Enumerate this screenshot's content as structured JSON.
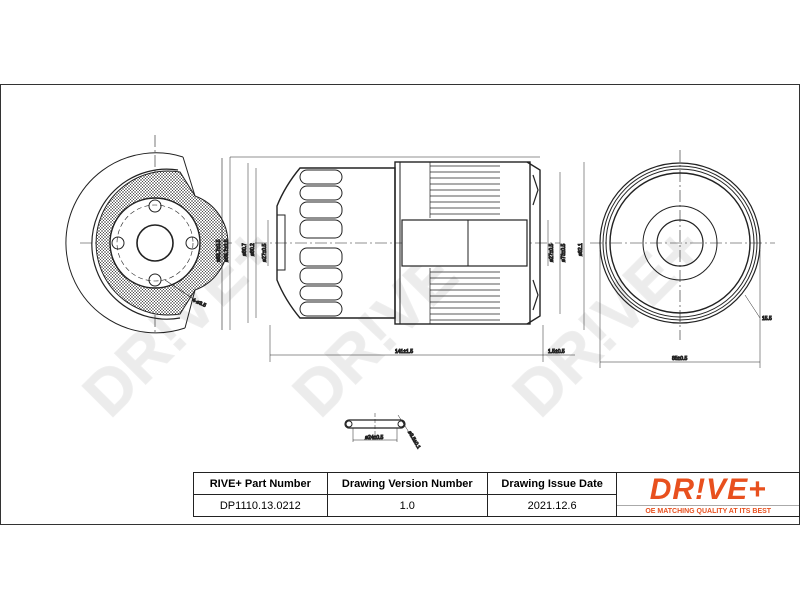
{
  "title_block": {
    "headers": [
      "RIVE+ Part Number",
      "Drawing Version Number",
      "Drawing Issue Date"
    ],
    "values": [
      "DP1110.13.0212",
      "1.0",
      "2021.12.6"
    ],
    "logo": {
      "text": "DR!VE+",
      "tagline": "OE MATCHING QUALITY AT ITS BEST",
      "color": "#e8501e"
    }
  },
  "watermark": "DR!VE+",
  "dimensions": {
    "left_view_dia": "ø83.7±0.5",
    "left_view_hole": "4-ø3.5",
    "main_outer_dia": "ø83.7±0.5",
    "main_dia_2": "ø80.7",
    "main_dia_3": "ø80.2",
    "left_bore": "ø27±0.5",
    "length": "141±1.5",
    "right_bore": "ø27±0.5",
    "right_dia_1": "ø73±0.5",
    "right_dia_2": "ø82.1",
    "end_offset": "1.5±0.5",
    "right_view_width": "85±0.5",
    "right_view_note": "15.5",
    "oring_dia": "ø24±0.5",
    "oring_section": "ø3.5±0.1"
  }
}
